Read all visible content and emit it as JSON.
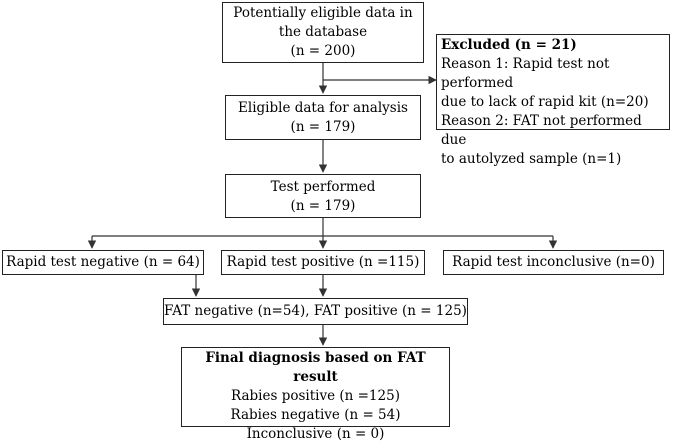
{
  "boxes": {
    "eligible_db": {
      "line1": "Potentially eligible data in",
      "line2": "the database",
      "line3": "(n = 200)"
    },
    "excluded": {
      "title": "Excluded (n = 21)",
      "reason1_line1": "Reason 1: Rapid test not performed",
      "reason1_line2": "due to lack of rapid kit (n=20)",
      "reason2_line1": "Reason 2: FAT not performed due",
      "reason2_line2": "to autolyzed sample (n=1)"
    },
    "eligible_analysis": {
      "line1": "Eligible data for analysis",
      "line2": "(n = 179)"
    },
    "test_performed": {
      "line1": "Test performed",
      "line2": "(n = 179)"
    },
    "rapid_negative": {
      "label": "Rapid test negative (n = 64)"
    },
    "rapid_positive": {
      "label": "Rapid test positive (n =115)"
    },
    "rapid_inconclusive": {
      "label": "Rapid test inconclusive (n=0)"
    },
    "fat_results": {
      "label": "FAT negative (n=54), FAT positive (n = 125)"
    },
    "final_diagnosis": {
      "title": "Final diagnosis based on FAT result",
      "line1": "Rabies positive (n =125)",
      "line2": "Rabies negative (n = 54)",
      "line3": "Inconclusive (n = 0)"
    }
  }
}
